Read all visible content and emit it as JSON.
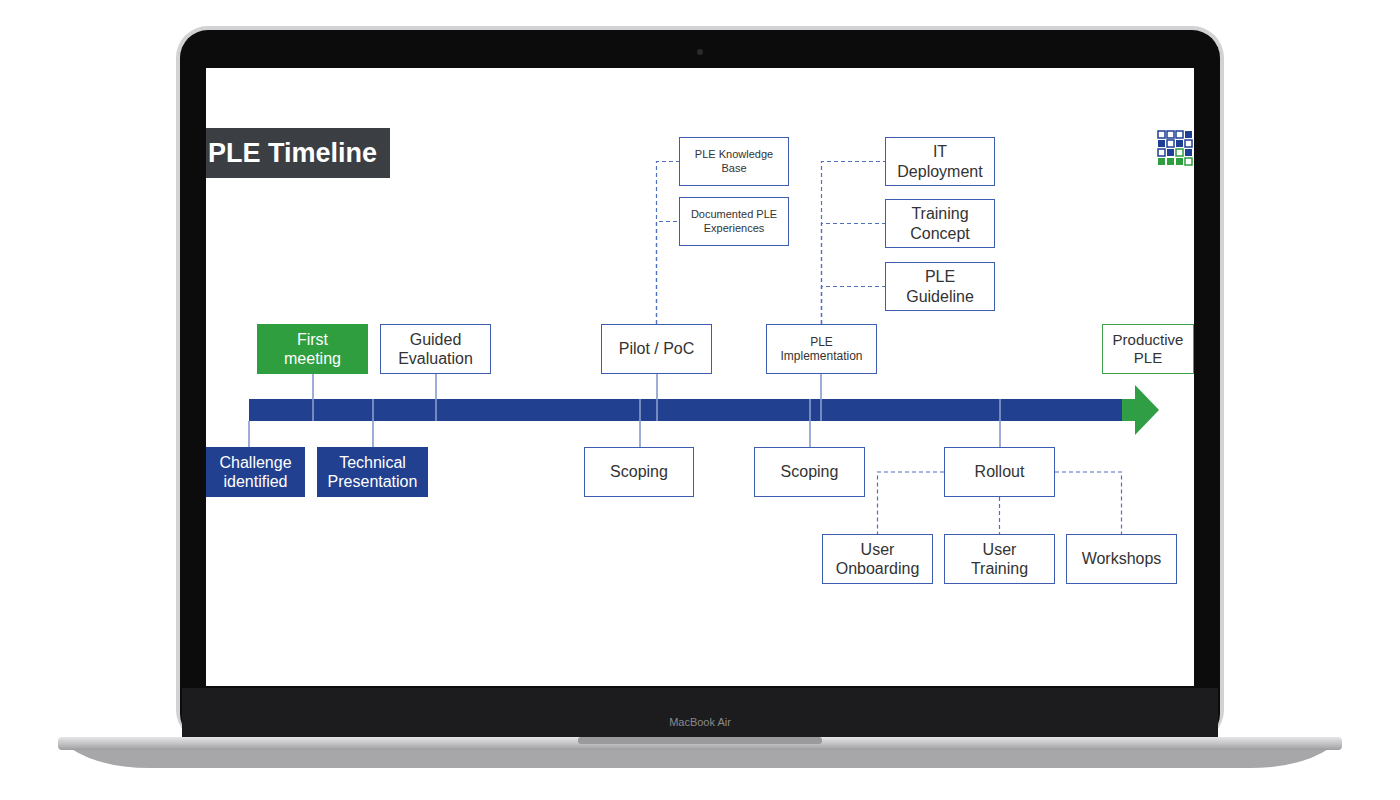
{
  "diagram": {
    "title": "PLE Timeline",
    "nodes": [
      {
        "text": [
          "PLE Knowledge Base"
        ]
      },
      {
        "text": [
          "Documented PLE Experiences"
        ]
      },
      {
        "text": [
          "IT Deployment"
        ]
      },
      {
        "text": [
          "Training Concept"
        ]
      },
      {
        "text": [
          "PLE Guideline"
        ]
      },
      {
        "text": [
          "First meeting"
        ]
      },
      {
        "text": [
          "Guided Evaluation"
        ]
      },
      {
        "text": [
          "Pilot / PoC"
        ]
      },
      {
        "text": [
          "PLE Implementation"
        ]
      },
      {
        "text": [
          "Productive PLE"
        ]
      },
      {
        "text": [
          "Challenge identified"
        ]
      },
      {
        "text": [
          "Technical Presentation"
        ]
      },
      {
        "text": [
          "Scoping"
        ]
      },
      {
        "text": [
          "Scoping"
        ]
      },
      {
        "text": [
          "Rollout"
        ]
      },
      {
        "text": [
          "User Onboarding"
        ]
      },
      {
        "text": [
          "User Training"
        ]
      },
      {
        "text": [
          "Workshops"
        ]
      }
    ],
    "edges": [
      {
        "from": 7,
        "to": 0,
        "arrow": "none"
      },
      {
        "from": 7,
        "to": 1,
        "arrow": "none"
      },
      {
        "from": 8,
        "to": 2,
        "arrow": "none"
      },
      {
        "from": 8,
        "to": 3,
        "arrow": "none"
      },
      {
        "from": 8,
        "to": 4,
        "arrow": "none"
      },
      {
        "from": 14,
        "to": 15,
        "arrow": "none"
      },
      {
        "from": 14,
        "to": 16,
        "arrow": "none"
      },
      {
        "from": 14,
        "to": 17,
        "arrow": "none"
      }
    ],
    "labels": [
      "MacBook Air"
    ]
  }
}
